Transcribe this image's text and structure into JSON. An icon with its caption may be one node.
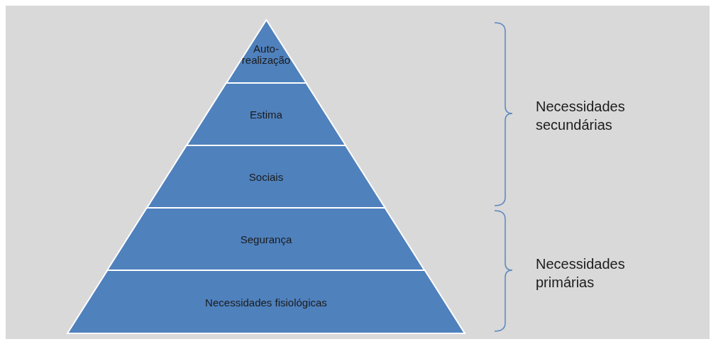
{
  "diagram": {
    "nodes": [
      {
        "text": [
          "Auto-realização"
        ]
      },
      {
        "text": [
          "Estima"
        ]
      },
      {
        "text": [
          "Sociais"
        ]
      },
      {
        "text": [
          "Segurança"
        ]
      },
      {
        "text": [
          "Necessidades fisiológicas"
        ]
      }
    ],
    "labels": [
      "Necessidades secundárias",
      "Necessidades primárias"
    ]
  }
}
